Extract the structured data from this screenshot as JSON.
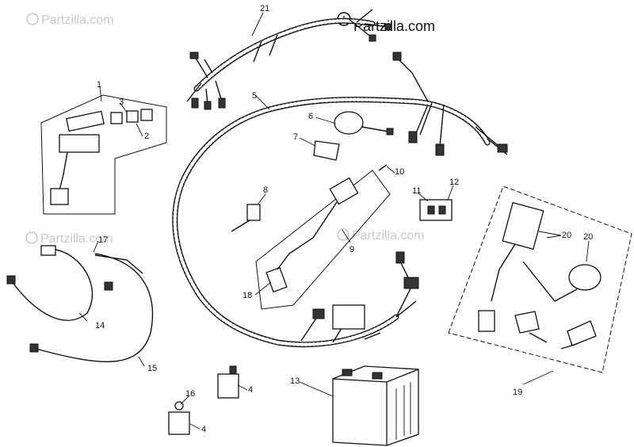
{
  "watermark": {
    "brand_text": "Partzilla.com",
    "faint_text": "Partzilla.com"
  },
  "callouts": {
    "c1": "1",
    "c2": "2",
    "c3": "3",
    "c4a": "4",
    "c4b": "4",
    "c5": "5",
    "c6": "6",
    "c7": "7",
    "c8": "8",
    "c9": "9",
    "c10": "10",
    "c11": "11",
    "c12": "12",
    "c13": "13",
    "c14": "14",
    "c15": "15",
    "c16": "16",
    "c17": "17",
    "c18": "18",
    "c19": "19",
    "c20a": "20",
    "c20b": "20",
    "c21": "21"
  }
}
